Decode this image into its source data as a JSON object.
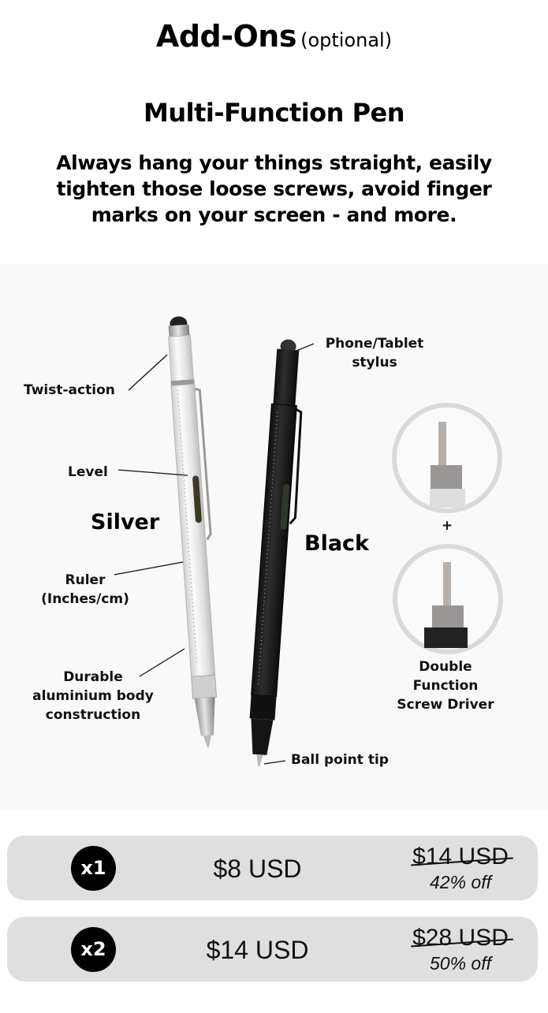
{
  "header": {
    "title": "Add-Ons",
    "subtitle": "(optional)"
  },
  "product": {
    "name": "Multi-Function Pen",
    "description": "Always hang your things straight, easily tighten those loose screws, avoid finger marks on your screen - and more."
  },
  "hero_image": {
    "variants": {
      "silver": "Silver",
      "black": "Black"
    },
    "callouts": {
      "twist_action": "Twist-action",
      "level": "Level",
      "ruler_line1": "Ruler",
      "ruler_line2": "(Inches/cm)",
      "durable_line1": "Durable",
      "durable_line2": "aluminium body",
      "durable_line3": "construction",
      "stylus_line1": "Phone/Tablet",
      "stylus_line2": "stylus",
      "plus": "+",
      "screwdriver_line1": "Double",
      "screwdriver_line2": "Function",
      "screwdriver_line3": "Screw Driver",
      "ball_point": "Ball point tip"
    },
    "colors": {
      "panel_bg": "#f9f9f9",
      "silver_body": "#e8e8e8",
      "black_body": "#1e1e1e",
      "circle_ring": "#d9d9d9"
    }
  },
  "offers": [
    {
      "quantity": "x1",
      "price": "$8 USD",
      "original_price": "$14 USD",
      "discount": "42% off"
    },
    {
      "quantity": "x2",
      "price": "$14 USD",
      "original_price": "$28 USD",
      "discount": "50% off"
    }
  ],
  "theme": {
    "offer_bg": "#e0dfe0",
    "badge_bg": "#000000",
    "badge_text": "#ffffff"
  }
}
